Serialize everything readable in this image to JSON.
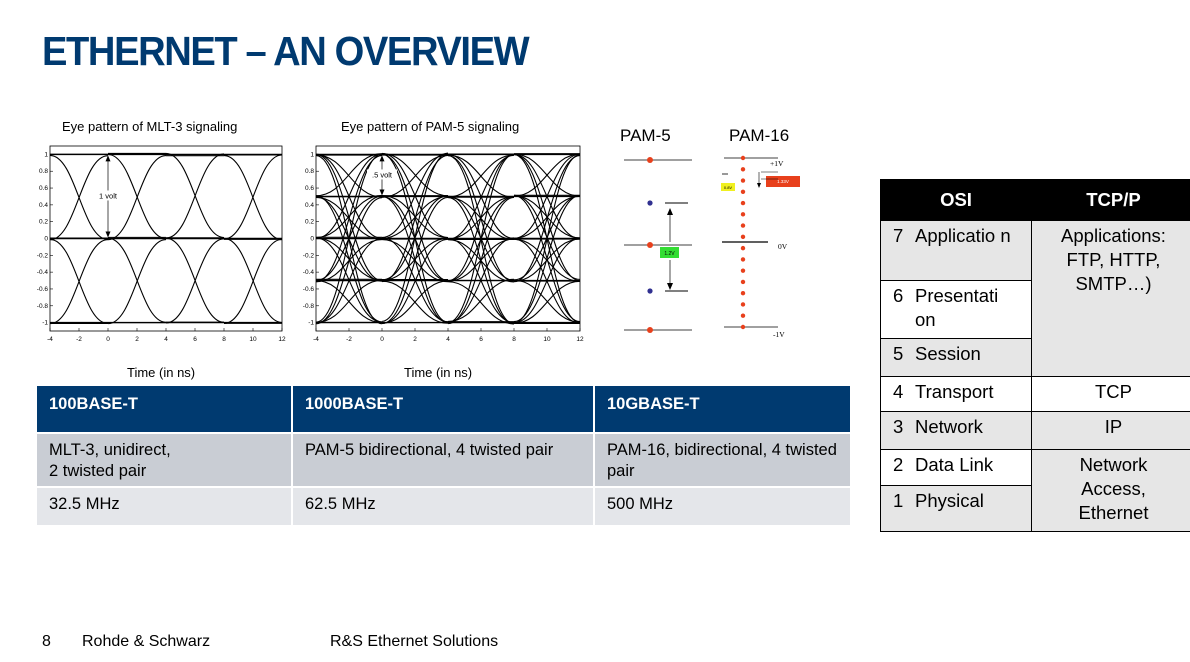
{
  "slide": {
    "title": "ETHERNET – AN OVERVIEW"
  },
  "eye_mlt3": {
    "title": "Eye pattern of MLT-3 signaling",
    "annotation": "1 volt",
    "xlabel": "Time (in ns)",
    "xticks": [
      "-4",
      "-2",
      "0",
      "2",
      "4",
      "6",
      "8",
      "10",
      "12"
    ],
    "yticks": [
      "1",
      "0.8",
      "0.6",
      "0.4",
      "0.2",
      "0",
      "-0.2",
      "-0.4",
      "-0.6",
      "-0.8",
      "-1"
    ]
  },
  "eye_pam5": {
    "title": "Eye pattern of PAM-5 signaling",
    "annotation": ".5 volt",
    "xlabel": "Time (in ns)",
    "xticks": [
      "-4",
      "-2",
      "0",
      "2",
      "4",
      "6",
      "8",
      "10",
      "12"
    ],
    "yticks": [
      "1",
      "0.8",
      "0.6",
      "0.4",
      "0.2",
      "0",
      "-0.2",
      "-0.4",
      "-0.6",
      "-0.8",
      "-1"
    ]
  },
  "pam_diagrams": {
    "pam5_label": "PAM-5",
    "pam16_label": "PAM-16",
    "pam5_box": "1.2V",
    "pam16_green_box": "0.8V",
    "pam16_red_box": "1.33V",
    "plus1v": "+1V",
    "zero_v": "0V",
    "minus1v": "-1V"
  },
  "ethernet_table": {
    "headers": [
      "100BASE-T",
      "1000BASE-T",
      "10GBASE-T"
    ],
    "rows": [
      [
        "MLT-3, unidirect,\n2 twisted pair",
        "PAM-5 bidirectional, 4 twisted pair",
        "PAM-16, bidirectional, 4 twisted pair"
      ],
      [
        "32.5 MHz",
        "62.5 MHz",
        "500 MHz"
      ]
    ]
  },
  "osi_table": {
    "headers": [
      "OSI",
      "TCP/P"
    ],
    "layers": [
      {
        "num": "7",
        "name": "Applicatio n"
      },
      {
        "num": "6",
        "name": "Presentati on"
      },
      {
        "num": "5",
        "name": "Session"
      },
      {
        "num": "4",
        "name": "Transport"
      },
      {
        "num": "3",
        "name": "Network"
      },
      {
        "num": "2",
        "name": "Data Link"
      },
      {
        "num": "1",
        "name": "Physical"
      }
    ],
    "tcp_applications": "Applications: FTP, HTTP, SMTP…)",
    "tcp_transport": "TCP",
    "tcp_network": "IP",
    "tcp_network_access": "Network Access, Ethernet"
  },
  "footer": {
    "page_number": "8",
    "company": "Rohde & Schwarz",
    "presentation": "R&S Ethernet Solutions"
  },
  "colors": {
    "title_blue": "#003a70",
    "header_blue": "#003a70",
    "row_gray_dark": "#c9cdd4",
    "row_gray_light": "#e4e6ea",
    "osi_gray": "#e6e6e6",
    "pam_red": "#e8401c",
    "pam_green": "#33dd33",
    "pam_blue_dot": "#303090"
  }
}
